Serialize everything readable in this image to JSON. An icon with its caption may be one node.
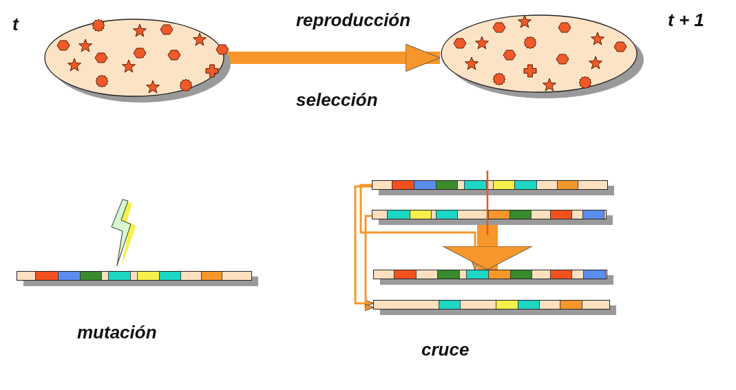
{
  "diagram": {
    "nodes": [
      {
        "text": [],
        "shape": "ellipse",
        "beside": [
          "t"
        ]
      },
      {
        "text": [],
        "shape": "ellipse",
        "beside": [
          "t + 1"
        ]
      },
      {
        "text": [],
        "shape": "bar"
      },
      {
        "text": [],
        "shape": "bar"
      },
      {
        "text": [],
        "shape": "bar"
      },
      {
        "text": [],
        "shape": "bar"
      },
      {
        "text": [],
        "shape": "bar"
      }
    ],
    "edges": [
      {
        "from": 0,
        "to": 1,
        "arrow": "to",
        "style": "thick"
      },
      {
        "from": 3,
        "to": 5,
        "arrow": "to"
      },
      {
        "from": 3,
        "to": 6,
        "arrow": "to"
      },
      {
        "from": 4,
        "to": 5,
        "arrow": "to",
        "style": "thick"
      },
      {
        "from": 4,
        "to": 6,
        "arrow": "to"
      }
    ],
    "labels": [
      "reproducción",
      "selección",
      "mutación",
      "cruce"
    ]
  }
}
